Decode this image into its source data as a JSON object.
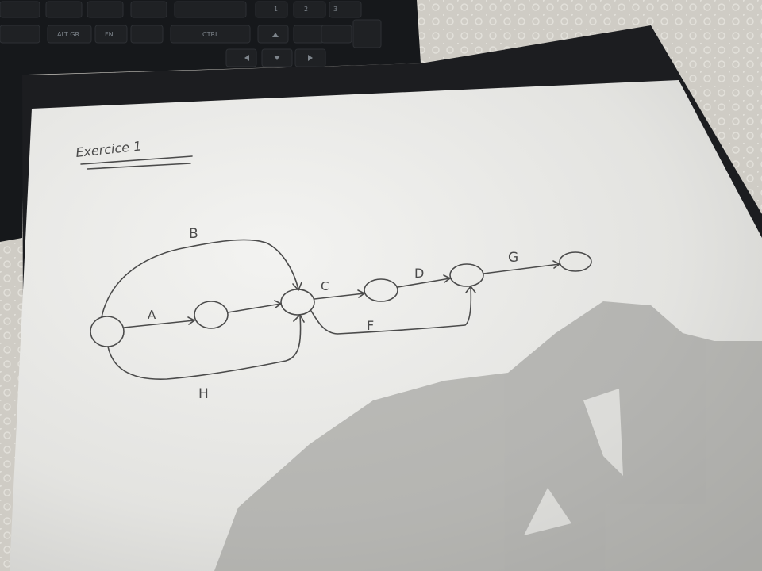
{
  "title": "Exercice 1",
  "edges": [
    {
      "id": "edge-a",
      "label": "A"
    },
    {
      "id": "edge-b",
      "label": "B"
    },
    {
      "id": "edge-c",
      "label": "C"
    },
    {
      "id": "edge-d",
      "label": "D"
    },
    {
      "id": "edge-f",
      "label": "F"
    },
    {
      "id": "edge-g",
      "label": "G"
    },
    {
      "id": "edge-h",
      "label": "H"
    }
  ],
  "keyboard_keys": [
    "ALT GR",
    "FN",
    "CTRL",
    "1",
    "2",
    "3"
  ],
  "colors": {
    "paper": "#efefec",
    "ink": "#4b4b4b",
    "desk": "#c9c6c0",
    "pad": "#1c1d20",
    "shadow": "#8f8f8c"
  }
}
